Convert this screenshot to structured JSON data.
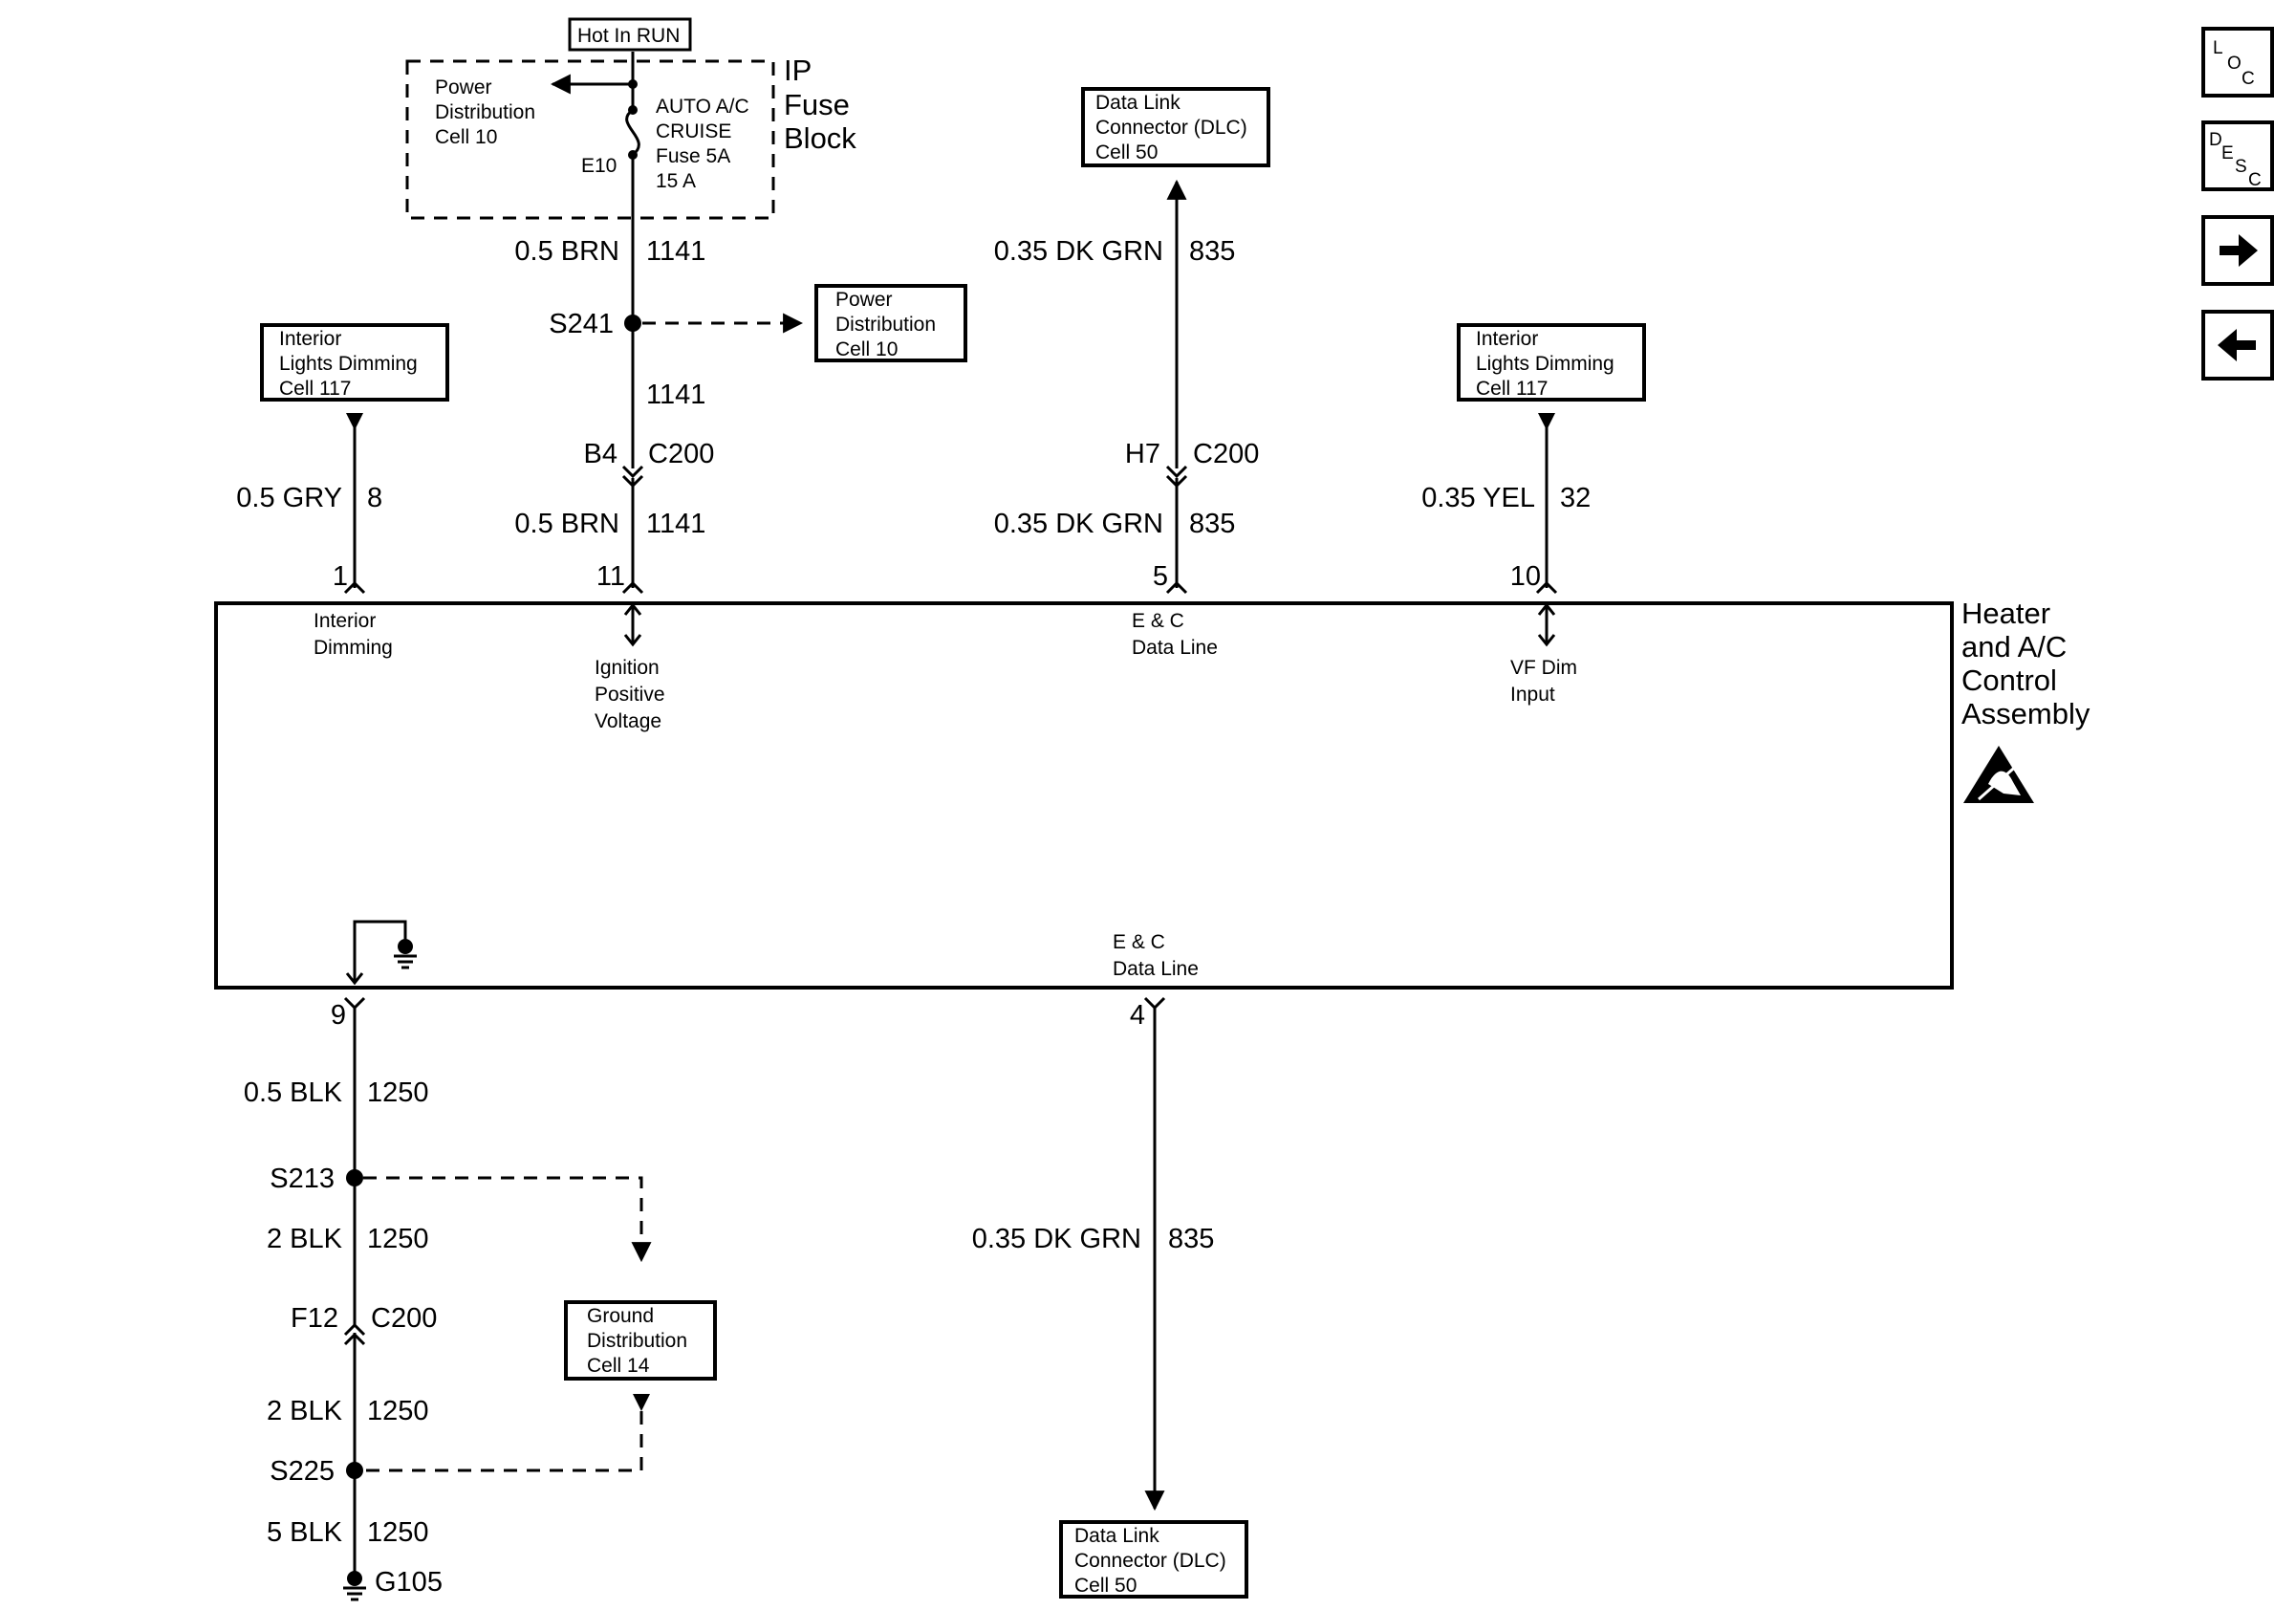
{
  "fuse_block": {
    "hot_label": "Hot In RUN",
    "name_lines": [
      "IP",
      "Fuse",
      "Block"
    ],
    "power_dist_lines": [
      "Power",
      "Distribution",
      "Cell 10"
    ],
    "fuse_lines": [
      "AUTO A/C",
      "CRUISE",
      "Fuse 5A",
      "15 A"
    ],
    "terminal": "E10"
  },
  "references": {
    "power_dist": [
      "Power",
      "Distribution",
      "Cell 10"
    ],
    "dlc_top": [
      "Data Link",
      "Connector (DLC)",
      "Cell 50"
    ],
    "dlc_bottom": [
      "Data Link",
      "Connector (DLC)",
      "Cell 50"
    ],
    "dimming_left": [
      "Interior",
      "Lights Dimming",
      "Cell 117"
    ],
    "dimming_right": [
      "Interior",
      "Lights Dimming",
      "Cell 117"
    ],
    "ground_dist": [
      "Ground",
      "Distribution",
      "Cell 14"
    ]
  },
  "wires": {
    "w1141_top": {
      "gauge": "0.5 BRN",
      "circuit": "1141"
    },
    "w1141_mid": {
      "circuit": "1141"
    },
    "w1141_bot": {
      "gauge": "0.5 BRN",
      "circuit": "1141"
    },
    "w835_top_a": {
      "gauge": "0.35 DK GRN",
      "circuit": "835"
    },
    "w835_top_b": {
      "gauge": "0.35 DK GRN",
      "circuit": "835"
    },
    "w835_bottom": {
      "gauge": "0.35 DK GRN",
      "circuit": "835"
    },
    "w8": {
      "gauge": "0.5 GRY",
      "circuit": "8"
    },
    "w32": {
      "gauge": "0.35 YEL",
      "circuit": "32"
    },
    "w1250_a": {
      "gauge": "0.5 BLK",
      "circuit": "1250"
    },
    "w1250_b": {
      "gauge": "2 BLK",
      "circuit": "1250"
    },
    "w1250_c": {
      "gauge": "2 BLK",
      "circuit": "1250"
    },
    "w1250_d": {
      "gauge": "5 BLK",
      "circuit": "1250"
    }
  },
  "splices": {
    "s241": "S241",
    "s213": "S213",
    "s225": "S225"
  },
  "connectors": {
    "b4": "B4",
    "c200_1": "C200",
    "h7": "H7",
    "c200_2": "C200",
    "f12": "F12",
    "c200_3": "C200"
  },
  "ground": "G105",
  "module": {
    "title_lines": [
      "Heater",
      "and A/C",
      "Control",
      "Assembly"
    ],
    "pins": {
      "p1": "1",
      "p11": "11",
      "p5": "5",
      "p10": "10",
      "p9": "9",
      "p4": "4"
    },
    "interior_dimming": [
      "Interior",
      "Dimming"
    ],
    "ignition": [
      "Ignition",
      "Positive",
      "Voltage"
    ],
    "ec_top": [
      "E & C",
      "Data Line"
    ],
    "vf_dim": [
      "VF Dim",
      "Input"
    ],
    "ec_bottom": [
      "E & C",
      "Data Line"
    ]
  },
  "nav": {
    "loc": [
      "L",
      "O",
      "C"
    ],
    "desc": [
      "D",
      "E",
      "S",
      "C"
    ],
    "next_icon": "arrow-right-icon",
    "prev_icon": "arrow-left-icon"
  }
}
